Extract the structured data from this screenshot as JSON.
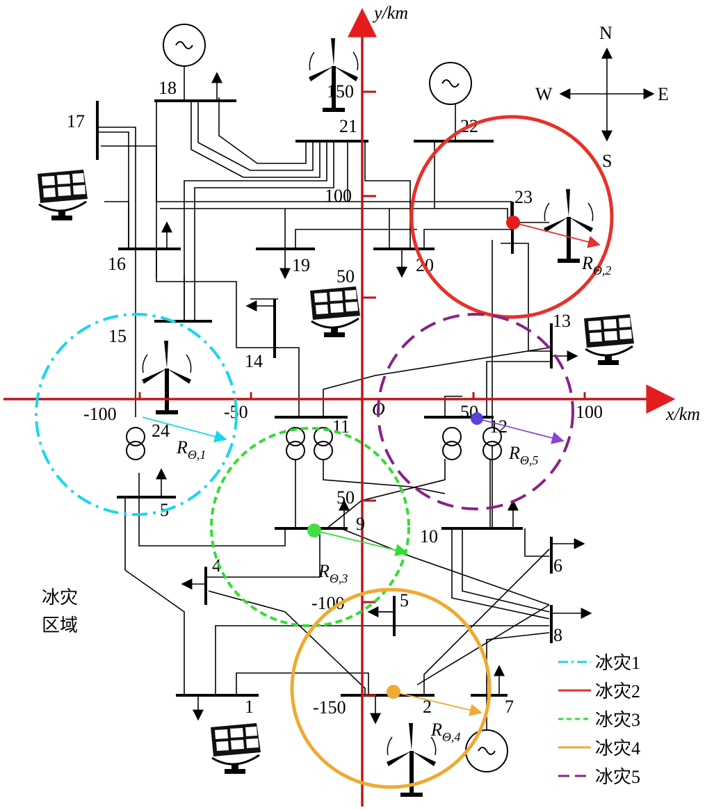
{
  "axes": {
    "x_label": "x/km",
    "y_label": "y/km",
    "origin": "O",
    "x_ticks": [
      "-100",
      "-50",
      "50",
      "100"
    ],
    "y_ticks": [
      "150",
      "100",
      "50",
      "50",
      "-100",
      "-150"
    ]
  },
  "compass": {
    "n": "N",
    "s": "S",
    "e": "E",
    "w": "W"
  },
  "buses": [
    "1",
    "2",
    "4",
    "5",
    "5",
    "6",
    "7",
    "8",
    "9",
    "10",
    "11",
    "12",
    "13",
    "14",
    "15",
    "16",
    "17",
    "18",
    "19",
    "20",
    "21",
    "22",
    "23",
    "24"
  ],
  "radius_labels": {
    "r1_main": "R",
    "r1_sub": "Θ,1",
    "r2_main": "R",
    "r2_sub": "Θ,2",
    "r3_main": "R",
    "r3_sub": "Θ,3",
    "r4_main": "R",
    "r4_sub": "Θ,4",
    "r5_main": "R",
    "r5_sub": "Θ,5"
  },
  "region_label": {
    "line1": "冰灾",
    "line2": "区域"
  },
  "legend": [
    {
      "label": "冰灾1",
      "color": "#1ad6ec",
      "dash": "dashdot"
    },
    {
      "label": "冰灾2",
      "color": "#e5322a",
      "dash": "solid"
    },
    {
      "label": "冰灾3",
      "color": "#33dd33",
      "dash": "dashed"
    },
    {
      "label": "冰灾4",
      "color": "#eeaa33",
      "dash": "solid"
    },
    {
      "label": "冰灾5",
      "color": "#882288",
      "dash": "longdash"
    }
  ],
  "colors": {
    "axis": "#c0161c",
    "ice1": "#1ad6ec",
    "ice2": "#e5322a",
    "ice3": "#33dd33",
    "ice4": "#eeaa33",
    "ice5": "#882288",
    "center5": "#5544dd"
  },
  "icons": [
    "wind-turbine-icon",
    "solar-panel-icon",
    "generator-icon",
    "transformer-icon",
    "load-arrow-icon"
  ]
}
